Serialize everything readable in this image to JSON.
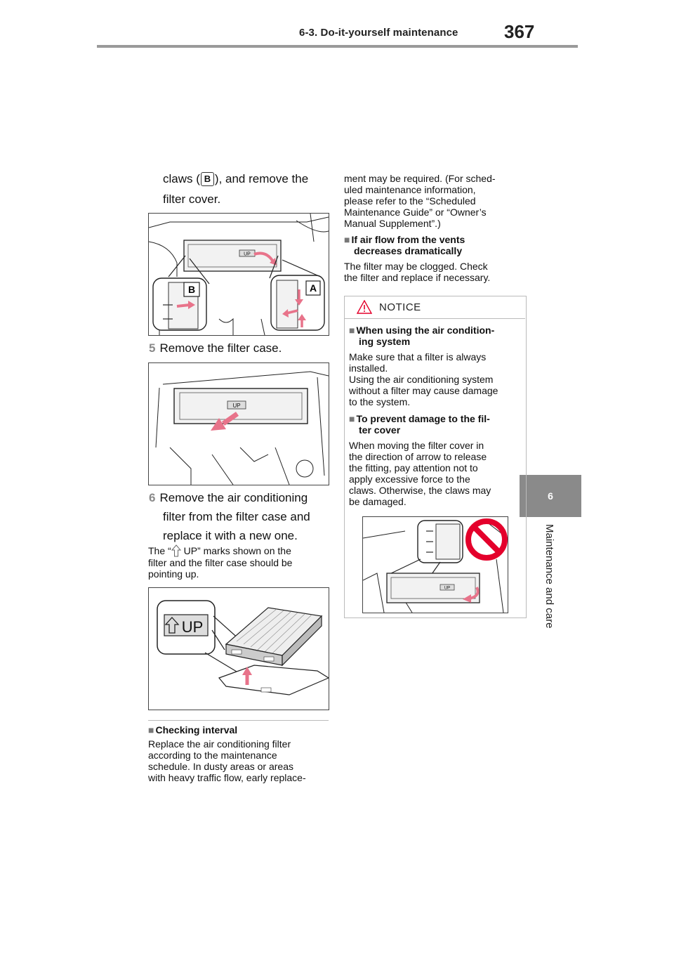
{
  "header": {
    "section": "6-3. Do-it-yourself maintenance",
    "page_number": "367"
  },
  "side_tab": {
    "number": "6",
    "label": "Maintenance and care"
  },
  "left_column": {
    "step4_text_a": "claws (",
    "step4_badge": "B",
    "step4_text_b": "), and remove the",
    "step4_text_c": "filter cover.",
    "figure1_label_b": "B",
    "figure1_label_a": "A",
    "figure1_up": "UP",
    "step5_num": "5",
    "step5_text": "Remove the filter case.",
    "figure2_up": "UP",
    "step6_num": "6",
    "step6_line1": "Remove the air conditioning",
    "step6_line2": "filter from the filter case and",
    "step6_line3": "replace it with a new one.",
    "note_a": "The “",
    "note_b": " UP” marks shown on the",
    "note_line2": "filter and the filter case should be",
    "note_line3": "pointing up.",
    "figure3_up": "UP",
    "checking_heading": "Checking interval",
    "checking_line1": "Replace the air conditioning filter",
    "checking_line2": "according to the maintenance",
    "checking_line3": "schedule. In dusty areas or areas",
    "checking_line4": "with heavy traffic flow, early replace-"
  },
  "right_column": {
    "cont_line1": "ment may be required. (For sched-",
    "cont_line2": "uled maintenance information,",
    "cont_line3": "please refer to the “Scheduled",
    "cont_line4": "Maintenance Guide” or “Owner’s",
    "cont_line5": "Manual Supplement”.)",
    "airflow_heading1": "If air flow from the vents",
    "airflow_heading2": "decreases dramatically",
    "airflow_line1": "The filter may be clogged. Check",
    "airflow_line2": "the filter and replace if necessary."
  },
  "notice": {
    "title": "NOTICE",
    "h1_line1": "When using the air condition-",
    "h1_line2": "ing system",
    "p1_line1": "Make sure that a filter is always",
    "p1_line2": "installed.",
    "p1_line3": "Using the air conditioning system",
    "p1_line4": "without a filter may cause damage",
    "p1_line5": "to the system.",
    "h2_line1": "To prevent damage to the fil-",
    "h2_line2": "ter cover",
    "p2_line1": "When moving the filter cover in",
    "p2_line2": "the direction of arrow to release",
    "p2_line3": "the fitting, pay attention not to",
    "p2_line4": "apply excessive force to the",
    "p2_line5": "claws. Otherwise, the claws may",
    "p2_line6": "be damaged.",
    "figure_up": "UP"
  },
  "colors": {
    "arrow_pink": "#e8738a",
    "tab_gray": "#8a8a8a",
    "prohibit_red": "#e4002b"
  }
}
